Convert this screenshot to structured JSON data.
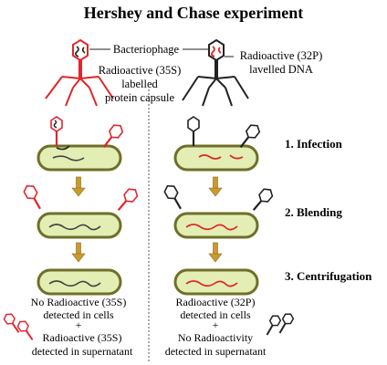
{
  "title": "Hershey and Chase experiment",
  "labels": {
    "bacteriophage": "Bacteriophage",
    "left_line1": "Radioactive (35S)",
    "left_line2": "labelled",
    "left_line3": "protein capsule",
    "right_line1": "Radioactive (32P)",
    "right_line2": "lavelled DNA"
  },
  "steps": [
    "1. Infection",
    "2. Blending",
    "3. Centrifugation"
  ],
  "results_left": {
    "line1": "No Radioactive (35S)",
    "line2": "detected in cells",
    "plus": "+",
    "line3": "Radioactive (35S)",
    "line4": "detected in supernatant"
  },
  "results_right": {
    "line1": "Radioactive (32P)",
    "line2": "detected in cells",
    "plus": "+",
    "line3": "No Radioactivity",
    "line4": "detected in supernatant"
  },
  "colors": {
    "protein_label": "#e0262b",
    "dna_label": "#e0262b",
    "unlabelled": "#222222",
    "cell_outer": "#6f6f2a",
    "cell_fill": "#e3eeb4",
    "arrow": "#c99a2e"
  }
}
